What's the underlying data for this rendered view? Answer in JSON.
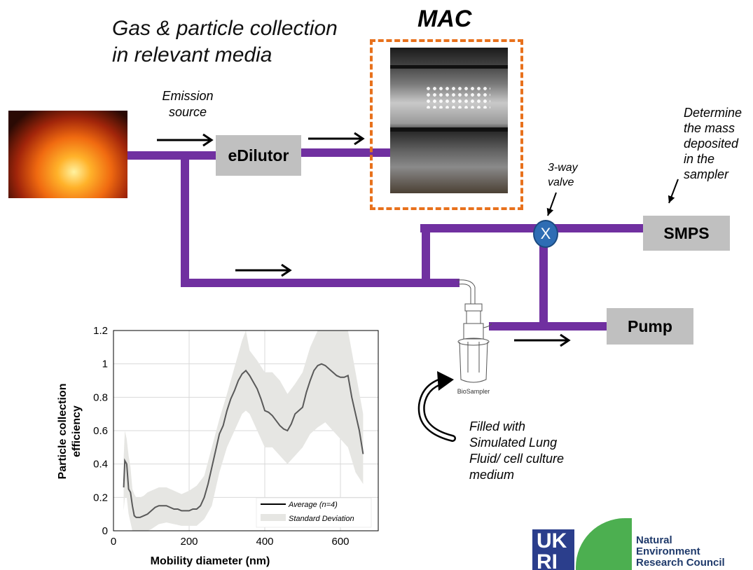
{
  "title": {
    "line1": "Gas & particle collection",
    "line2": "in relevant media"
  },
  "mac": {
    "label": "MAC"
  },
  "labels": {
    "emission_line1": "Emission",
    "emission_line2": "source",
    "determine": [
      "Determine",
      "the mass",
      "deposited",
      "in the",
      "sampler"
    ],
    "valve_line1": "3-way",
    "valve_line2": "valve",
    "valve_symbol": "X",
    "filled": [
      "Filled with",
      "Simulated Lung",
      "Fluid/ cell culture",
      "medium"
    ],
    "biosampler": "BioSampler"
  },
  "boxes": {
    "ediluter": "eDilutor",
    "smps": "SMPS",
    "pump": "Pump"
  },
  "logo": {
    "ukri_top": "UK",
    "ukri_bottom": "RI",
    "nerc": [
      "Natural",
      "Environment",
      "Research Council"
    ]
  },
  "colors": {
    "pipe": "#7030a0",
    "mac_border": "#e8711c",
    "box_fill": "#c0c0c0",
    "valve": "#2e6db4",
    "band": "#e6e6e3",
    "line": "#595959"
  },
  "chart_data": {
    "type": "line",
    "xlabel": "Mobility diameter (nm)",
    "ylabel_line1": "Particle collection",
    "ylabel_line2": "efficiency",
    "xlim": [
      0,
      700
    ],
    "ylim": [
      0,
      1.2
    ],
    "xticks": [
      "0",
      "200",
      "400",
      "600"
    ],
    "yticks": [
      "0",
      "0.2",
      "0.4",
      "0.6",
      "0.8",
      "1",
      "1.2"
    ],
    "grid": true,
    "legend": [
      "Average (n=4)",
      "Standard Deviation"
    ],
    "legend_position": "bottom-right",
    "series": [
      {
        "name": "Average (n=4)",
        "x": [
          27,
          30,
          35,
          40,
          45,
          50,
          55,
          60,
          70,
          80,
          90,
          100,
          110,
          120,
          130,
          140,
          150,
          160,
          170,
          180,
          190,
          200,
          210,
          220,
          230,
          240,
          250,
          260,
          270,
          280,
          290,
          300,
          310,
          320,
          330,
          340,
          350,
          360,
          370,
          380,
          390,
          400,
          410,
          420,
          430,
          440,
          450,
          460,
          470,
          480,
          490,
          500,
          510,
          520,
          530,
          540,
          550,
          560,
          570,
          580,
          590,
          600,
          610,
          620,
          630,
          640,
          650,
          660
        ],
        "y": [
          0.26,
          0.42,
          0.4,
          0.25,
          0.23,
          0.15,
          0.09,
          0.08,
          0.08,
          0.09,
          0.1,
          0.12,
          0.14,
          0.15,
          0.15,
          0.15,
          0.14,
          0.13,
          0.13,
          0.12,
          0.12,
          0.12,
          0.13,
          0.13,
          0.15,
          0.2,
          0.28,
          0.38,
          0.48,
          0.58,
          0.63,
          0.72,
          0.79,
          0.84,
          0.9,
          0.94,
          0.96,
          0.93,
          0.89,
          0.85,
          0.79,
          0.72,
          0.71,
          0.69,
          0.66,
          0.63,
          0.61,
          0.6,
          0.64,
          0.7,
          0.72,
          0.74,
          0.83,
          0.9,
          0.96,
          0.99,
          1.0,
          0.99,
          0.97,
          0.95,
          0.93,
          0.92,
          0.92,
          0.93,
          0.8,
          0.7,
          0.6,
          0.46
        ]
      }
    ],
    "band": {
      "name": "Standard Deviation",
      "x": [
        27,
        30,
        35,
        40,
        45,
        50,
        55,
        60,
        70,
        80,
        90,
        100,
        120,
        140,
        160,
        180,
        200,
        220,
        240,
        260,
        280,
        300,
        320,
        340,
        350,
        360,
        380,
        400,
        420,
        440,
        460,
        480,
        500,
        520,
        540,
        560,
        580,
        600,
        620,
        640,
        660
      ],
      "upper": [
        0.44,
        0.6,
        0.55,
        0.45,
        0.38,
        0.25,
        0.22,
        0.2,
        0.2,
        0.21,
        0.23,
        0.24,
        0.26,
        0.26,
        0.24,
        0.22,
        0.24,
        0.27,
        0.33,
        0.5,
        0.67,
        0.82,
        0.98,
        1.14,
        1.2,
        1.08,
        1.02,
        0.95,
        0.95,
        0.9,
        0.82,
        0.88,
        0.95,
        1.1,
        1.2,
        1.2,
        1.2,
        1.2,
        1.2,
        0.95,
        0.7
      ],
      "lower": [
        0.12,
        0.2,
        0.2,
        0.1,
        0.05,
        0.0,
        0.0,
        0.0,
        0.0,
        0.0,
        0.0,
        0.01,
        0.04,
        0.05,
        0.04,
        0.03,
        0.03,
        0.03,
        0.07,
        0.15,
        0.35,
        0.5,
        0.6,
        0.7,
        0.72,
        0.7,
        0.6,
        0.5,
        0.5,
        0.45,
        0.4,
        0.45,
        0.5,
        0.58,
        0.62,
        0.65,
        0.6,
        0.55,
        0.5,
        0.35,
        0.28
      ]
    }
  }
}
